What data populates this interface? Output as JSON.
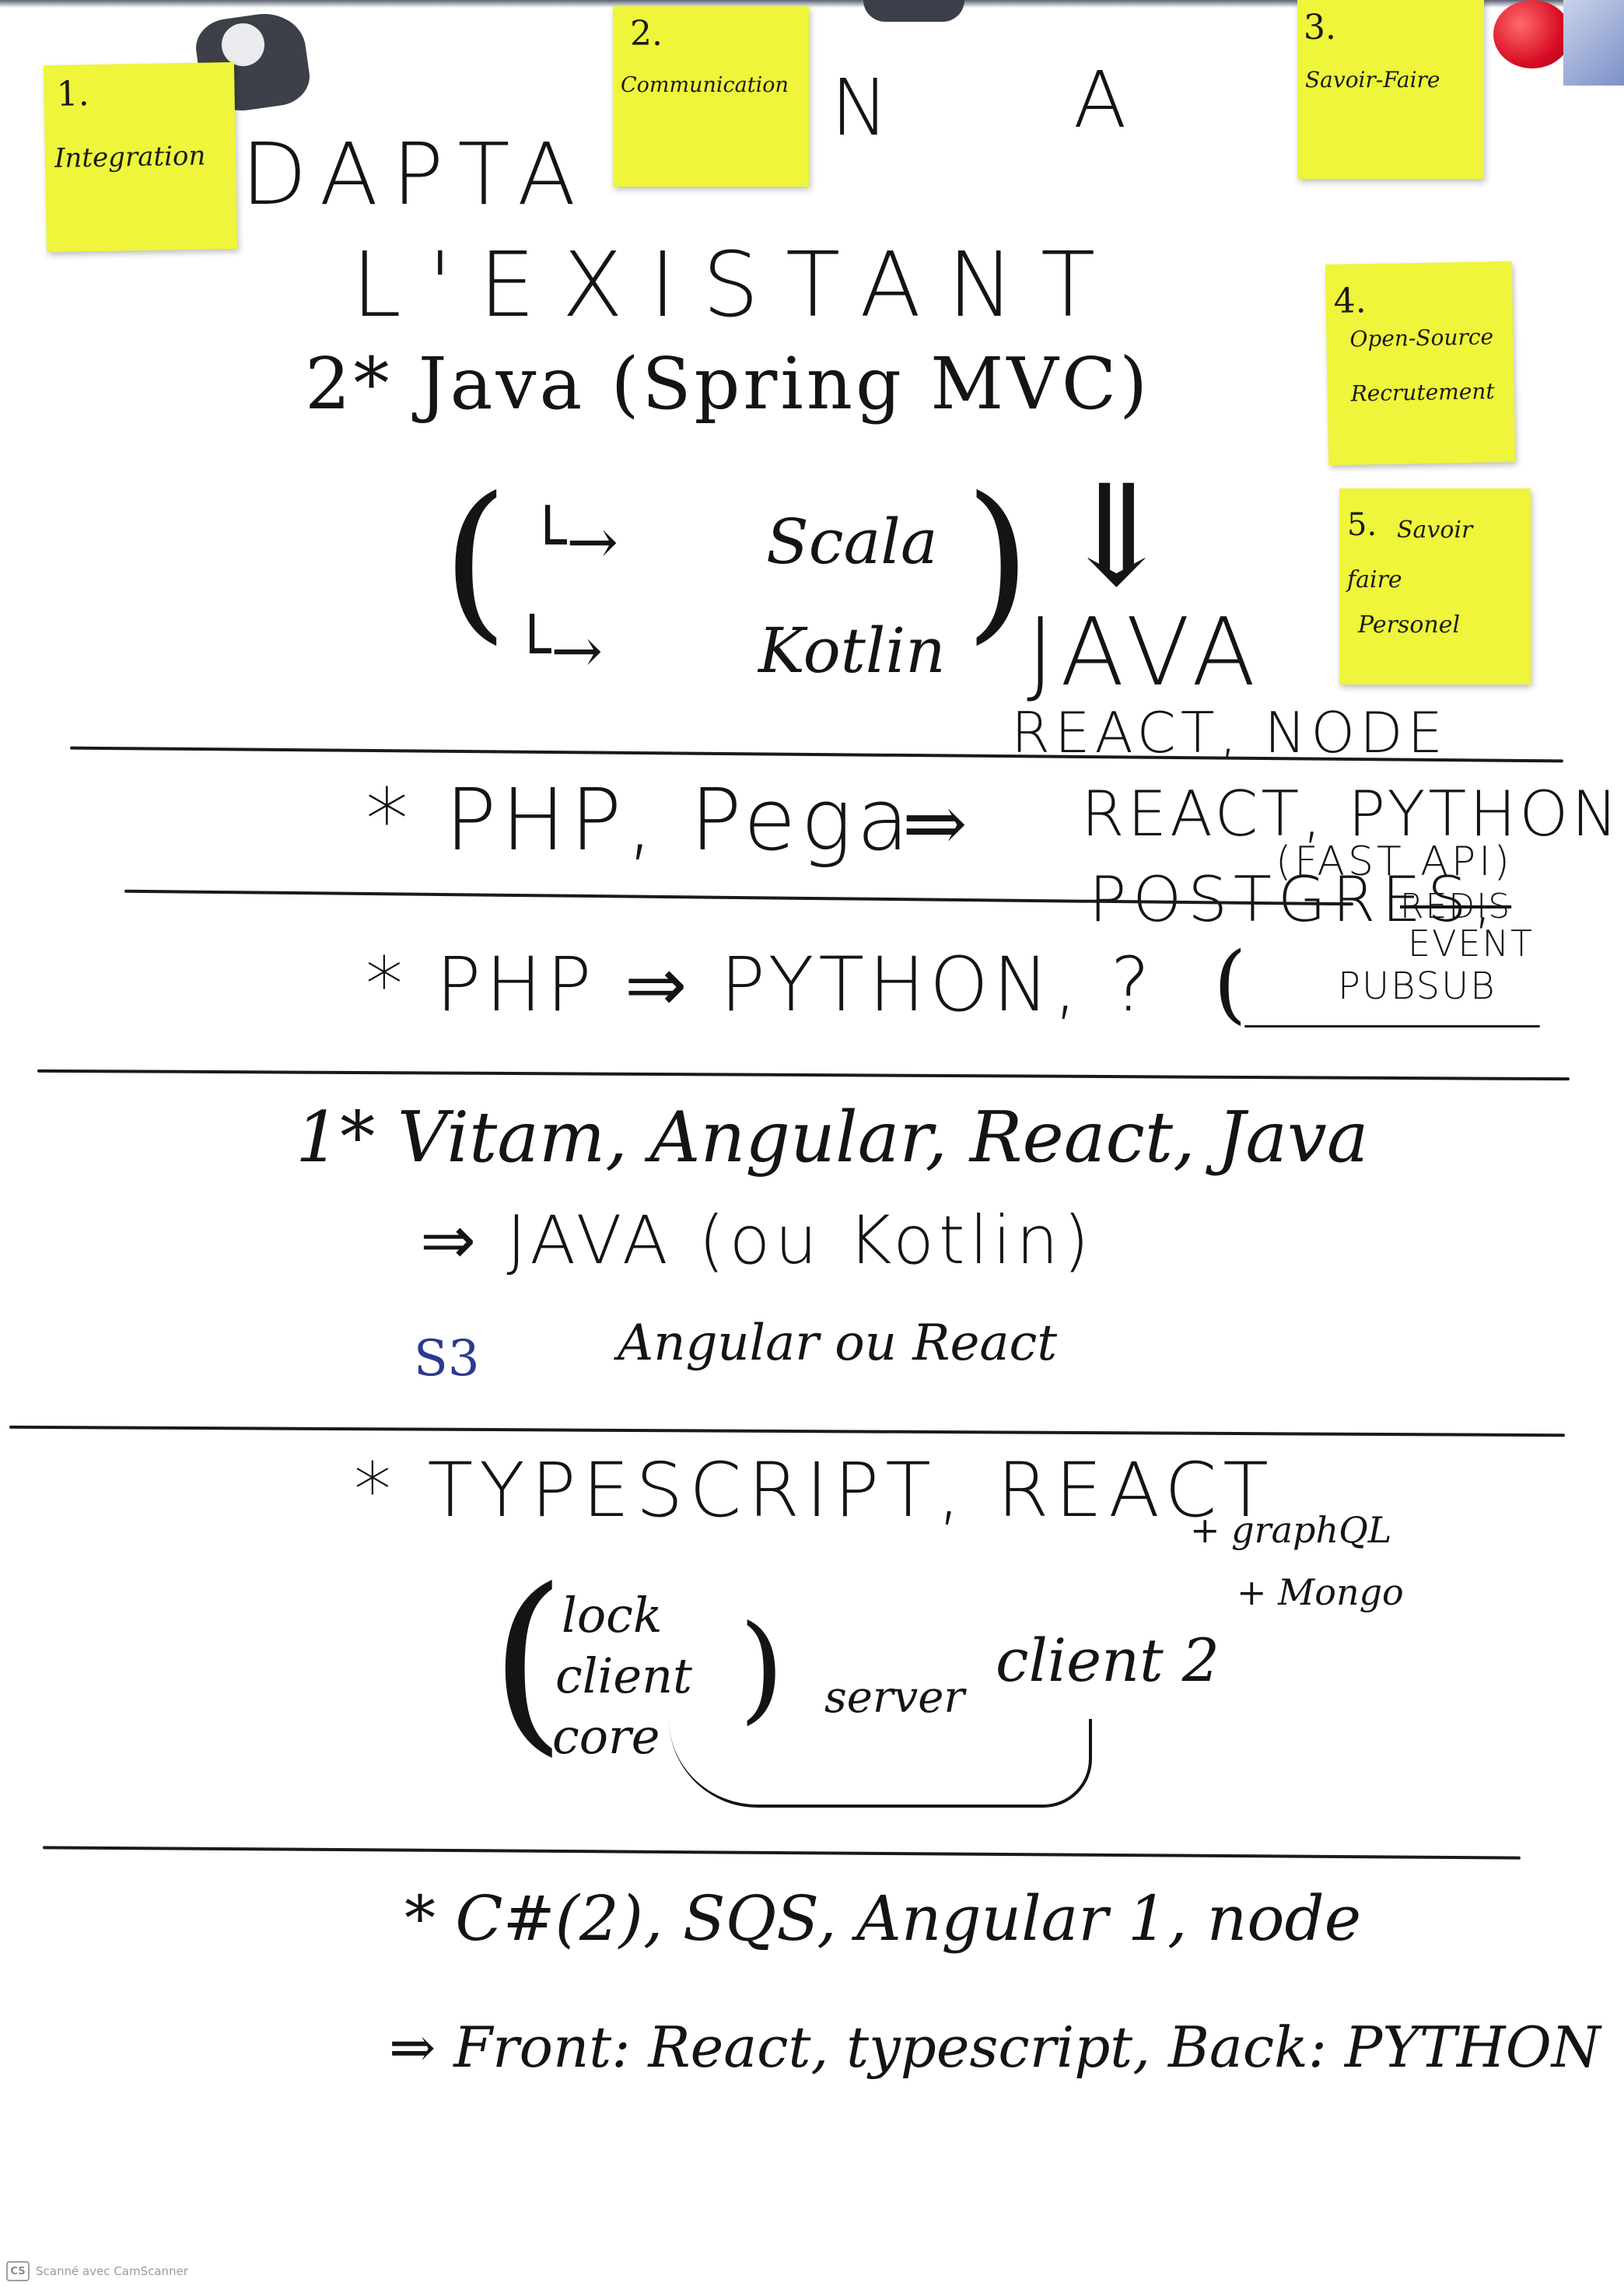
{
  "stickies": [
    {
      "num": "1.",
      "label": "Integration"
    },
    {
      "num": "2.",
      "label": "Communication"
    },
    {
      "num": "3.",
      "label": "Savoir-Faire"
    },
    {
      "num": "4.",
      "line1": "Open-Source",
      "line2": "Recrutement"
    },
    {
      "num": "5.",
      "line1": "Savoir",
      "line2": "faire",
      "line3": "Personel"
    }
  ],
  "title": {
    "line1": "DAPTA",
    "n": "N",
    "a": "A",
    "line2": "L'EXISTANT"
  },
  "section1": {
    "java": "2* Java (Spring MVC)",
    "scala": "Scala",
    "kotlin": "Kotlin",
    "arrow": "⇓",
    "result": "JAVA",
    "result2": "REACT, NODE"
  },
  "section2": {
    "line": "* PHP, Pega",
    "result": "REACT, PYTHON",
    "fastapi": "(FAST API)",
    "postgres": "POSTGRES,",
    "redis": "REDIS",
    "event": "EVENT",
    "pubsub": "PUBSUB"
  },
  "section3": {
    "line": "* PHP ⇒ PYTHON, ?"
  },
  "section4": {
    "line": "1* Vitam, Angular, React, Java",
    "result": "⇒ JAVA (ou Kotlin)",
    "s3": "S3",
    "note": "Angular ou React"
  },
  "section5": {
    "line": "* TYPESCRIPT, REACT",
    "graphql": "+ graphQL",
    "mongo": "+ Mongo",
    "lock": "lock",
    "client": "client",
    "core": "core",
    "server": "server",
    "client2": "client 2"
  },
  "section6": {
    "line": "* C#(2), SQS, Angular 1, node",
    "result": "⇒ Front: React, typescript, Back: PYTHON"
  },
  "footer": {
    "icon": "CS",
    "text": "Scanné avec CamScanner"
  },
  "colors": {
    "sticky": "#eef53a",
    "ink": "#141414",
    "s3_ink": "#2a3a8f",
    "pin": "#e0102a"
  }
}
